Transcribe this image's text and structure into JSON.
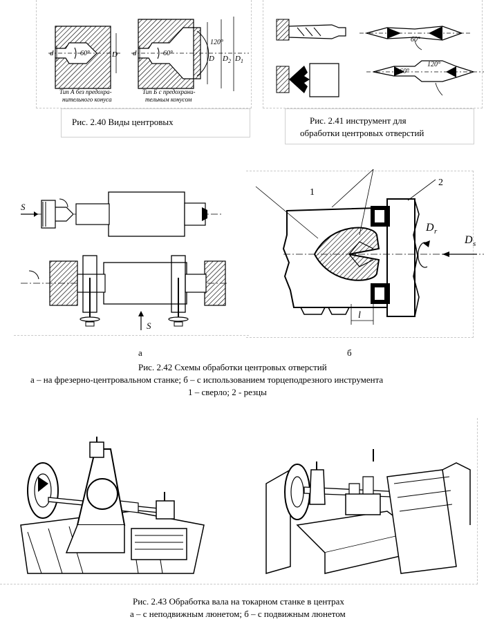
{
  "fig240": {
    "caption": "Рис. 2.40 Виды центровых",
    "label_d": "d",
    "label_D": "D",
    "label_D2": "D",
    "label_D1": "D",
    "sub2": "2",
    "sub1": "1",
    "angle60": "60°",
    "angle60b": "60°",
    "angle120": "120°",
    "typeA_l1": "Тип А без предохра-",
    "typeA_l2": "нительного конуса",
    "typeB_l1": "Тип Б с предохрани-",
    "typeB_l2": "тельным конусом"
  },
  "fig241": {
    "caption_l1": "Рис. 2.41 инструмент для",
    "caption_l2": "обработки центровых отверстий",
    "angle60": "60°",
    "angle60b": "60°",
    "angle120": "120°"
  },
  "fig242": {
    "label_s": "S",
    "label_s2": "S",
    "label_1": "1",
    "label_2": "2",
    "label_Dr": "D",
    "sub_r": "r",
    "label_Ds": "D",
    "sub_s": "s",
    "label_l": "l",
    "label_a": "а",
    "label_b": "б",
    "caption_l1": "Рис. 2.42 Схемы обработки центровых отверстий",
    "caption_l2": "а – на фрезерно-центровальном станке; б – с использованием торцеподрезного инструмента",
    "caption_l3": "1 – сверло; 2 - резцы"
  },
  "fig243": {
    "caption_l1": "Рис. 2.43 Обработка вала на токарном станке в центрах",
    "caption_l2": "а – с неподвижным люнетом; б – с подвижным люнетом"
  }
}
